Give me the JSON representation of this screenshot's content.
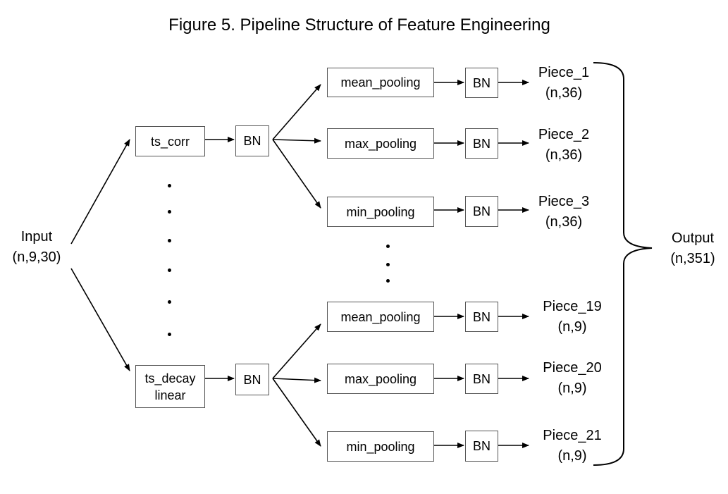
{
  "title": "Figure 5. Pipeline Structure of Feature Engineering",
  "input": {
    "name": "Input",
    "shape": "(n,9,30)"
  },
  "output": {
    "name": "Output",
    "shape": "(n,351)"
  },
  "branches": [
    {
      "op": "ts_corr",
      "bn": "BN",
      "pools": [
        {
          "op": "mean_pooling",
          "bn": "BN",
          "piece": "Piece_1",
          "shape": "(n,36)"
        },
        {
          "op": "max_pooling",
          "bn": "BN",
          "piece": "Piece_2",
          "shape": "(n,36)"
        },
        {
          "op": "min_pooling",
          "bn": "BN",
          "piece": "Piece_3",
          "shape": "(n,36)"
        }
      ]
    },
    {
      "op_line1": "ts_decay",
      "op_line2": "linear",
      "bn": "BN",
      "pools": [
        {
          "op": "mean_pooling",
          "bn": "BN",
          "piece": "Piece_19",
          "shape": "(n,9)"
        },
        {
          "op": "max_pooling",
          "bn": "BN",
          "piece": "Piece_20",
          "shape": "(n,9)"
        },
        {
          "op": "min_pooling",
          "bn": "BN",
          "piece": "Piece_21",
          "shape": "(n,9)"
        }
      ]
    }
  ]
}
